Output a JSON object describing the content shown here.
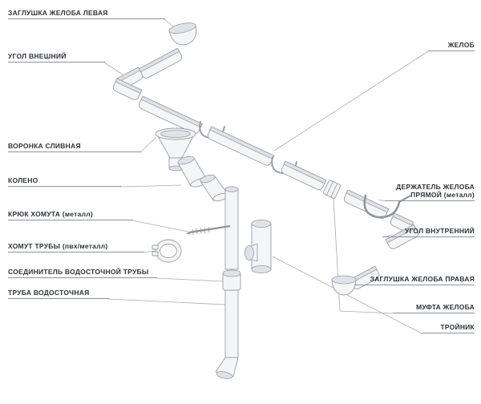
{
  "diagram": {
    "background": "#ffffff",
    "colors": {
      "part_fill": "#f4f5f6",
      "part_inner": "#dfe2e7",
      "outline": "#989ea6",
      "leader_line": "#a6aab1",
      "label_text": "#2e3238",
      "label_underline": "#8d939b"
    },
    "labels_left": [
      {
        "id": "gutter-end-cap-left",
        "text": "ЗАГЛУШКА ЖЕЛОБА ЛЕВАЯ"
      },
      {
        "id": "outer-corner",
        "text": "УГОЛ ВНЕШНИЙ"
      },
      {
        "id": "drain-funnel",
        "text": "ВОРОНКА СЛИВНАЯ"
      },
      {
        "id": "elbow",
        "text": "КОЛЕНО"
      },
      {
        "id": "clamp-hook-metal",
        "text": "КРЮК ХОМУТА (металл)"
      },
      {
        "id": "pipe-clamp",
        "text": "ХОМУТ ТРУБЫ (пвх/металл)"
      },
      {
        "id": "downpipe-connector",
        "text": "СОЕДИНИТЕЛЬ ВОДОСТОЧНОЙ ТРУБЫ"
      },
      {
        "id": "downpipe",
        "text": "ТРУБА ВОДОСТОЧНАЯ"
      }
    ],
    "labels_right": [
      {
        "id": "gutter",
        "text": "ЖЕЛОБ"
      },
      {
        "id": "gutter-holder-straight-metal",
        "text": "ДЕРЖАТЕЛЬ ЖЕЛОБА ПРЯМОЙ (металл)"
      },
      {
        "id": "inner-corner",
        "text": "УГОЛ ВНУТРЕННИЙ"
      },
      {
        "id": "gutter-end-cap-right",
        "text": "ЗАГЛУШКА ЖЕЛОБА ПРАВАЯ"
      },
      {
        "id": "gutter-coupling",
        "text": "МУФТА ЖЕЛОБА"
      },
      {
        "id": "tee",
        "text": "ТРОЙНИК"
      }
    ]
  }
}
